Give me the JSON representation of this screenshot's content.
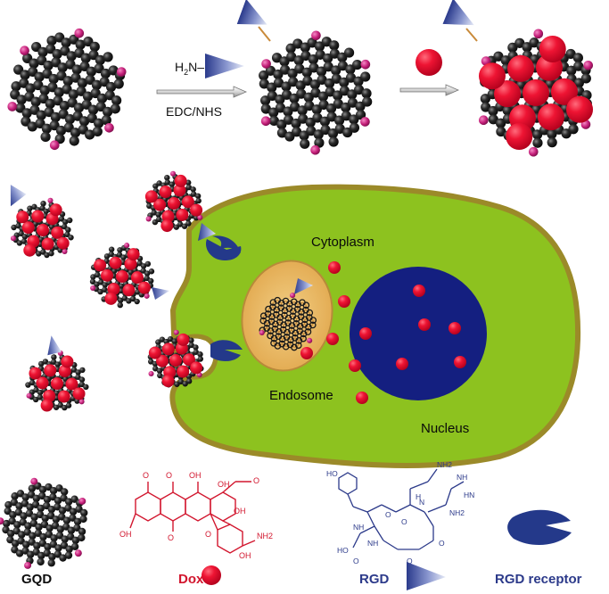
{
  "synthesis": {
    "reagent_amine": "H",
    "reagent_amine_sub": "2",
    "reagent_amine_tail": "N–",
    "coupling_agent": "EDC/NHS"
  },
  "cell": {
    "cytoplasm_label": "Cytoplasm",
    "endosome_label": "Endosome",
    "nucleus_label": "Nucleus"
  },
  "legend": {
    "gqd": "GQD",
    "dox": "Dox",
    "rgd": "RGD",
    "rgd_receptor": "RGD receptor"
  },
  "structure_labels": {
    "rgd": [
      "HO",
      "O",
      "NH",
      "NH2",
      "NH",
      "HN",
      "NH2",
      "N",
      "O",
      "H",
      "HO",
      "O",
      "NH",
      "O",
      "O"
    ],
    "dox": [
      "O",
      "OH",
      "O",
      "OH",
      "O",
      "OH",
      "O",
      "OH",
      "O",
      "NH2",
      "OH"
    ]
  },
  "colors": {
    "cell_green": "#8dc21f",
    "membrane": "#9b8a29",
    "nucleus": "#141f80",
    "dox_red": "#e8102e",
    "endosome": "#e8b560",
    "rgd_blue": "#2c3a8a",
    "receptor": "#24398a",
    "gqd_atom": "#1a1a1a",
    "gqd_bond": "#c98a3a",
    "gqd_edge": "#c41e79"
  }
}
